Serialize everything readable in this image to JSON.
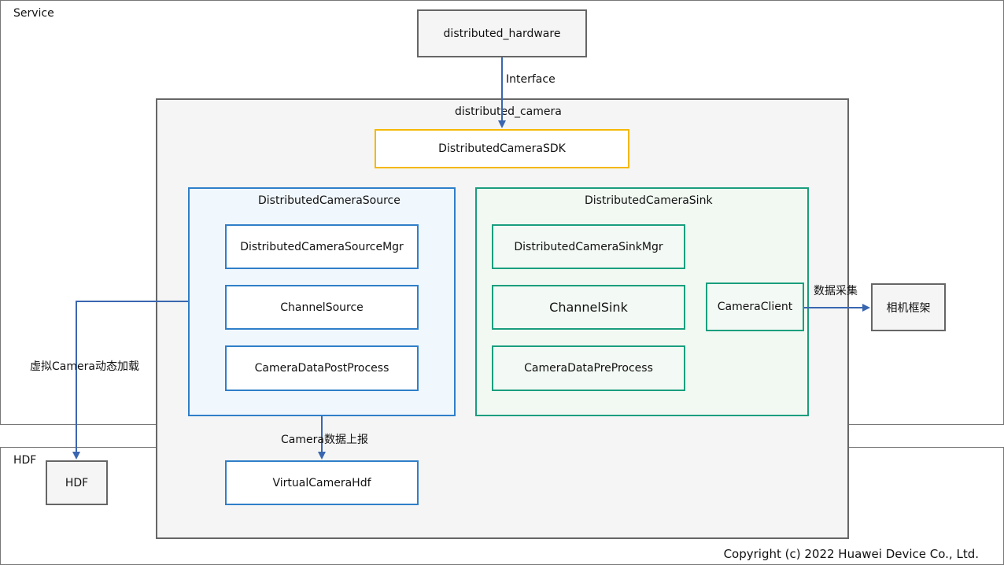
{
  "layers": {
    "service": "Service",
    "hdf": "HDF"
  },
  "nodes": {
    "distributed_hardware": "distributed_hardware",
    "distributed_camera": "distributed_camera",
    "sdk": "DistributedCameraSDK",
    "source_group": "DistributedCameraSource",
    "source_mgr": "DistributedCameraSourceMgr",
    "channel_source": "ChannelSource",
    "data_post_process": "CameraDataPostProcess",
    "sink_group": "DistributedCameraSink",
    "sink_mgr": "DistributedCameraSinkMgr",
    "channel_sink": "ChannelSink",
    "data_pre_process": "CameraDataPreProcess",
    "camera_client": "CameraClient",
    "camera_framework": "相机框架",
    "hdf": "HDF",
    "virtual_camera_hdf": "VirtualCameraHdf"
  },
  "edges": {
    "interface": "Interface",
    "data_collect": "数据采集",
    "virtual_camera_load": "虚拟Camera动态加载",
    "camera_data_report": "Camera数据上报"
  },
  "copyright": "Copyright (c) 2022 Huawei Device Co., Ltd.",
  "colors": {
    "blue": "#2f7fc9",
    "green": "#1a9e7e",
    "yellow": "#f5b800",
    "gray": "#666666",
    "arrow": "#3a66b0"
  }
}
